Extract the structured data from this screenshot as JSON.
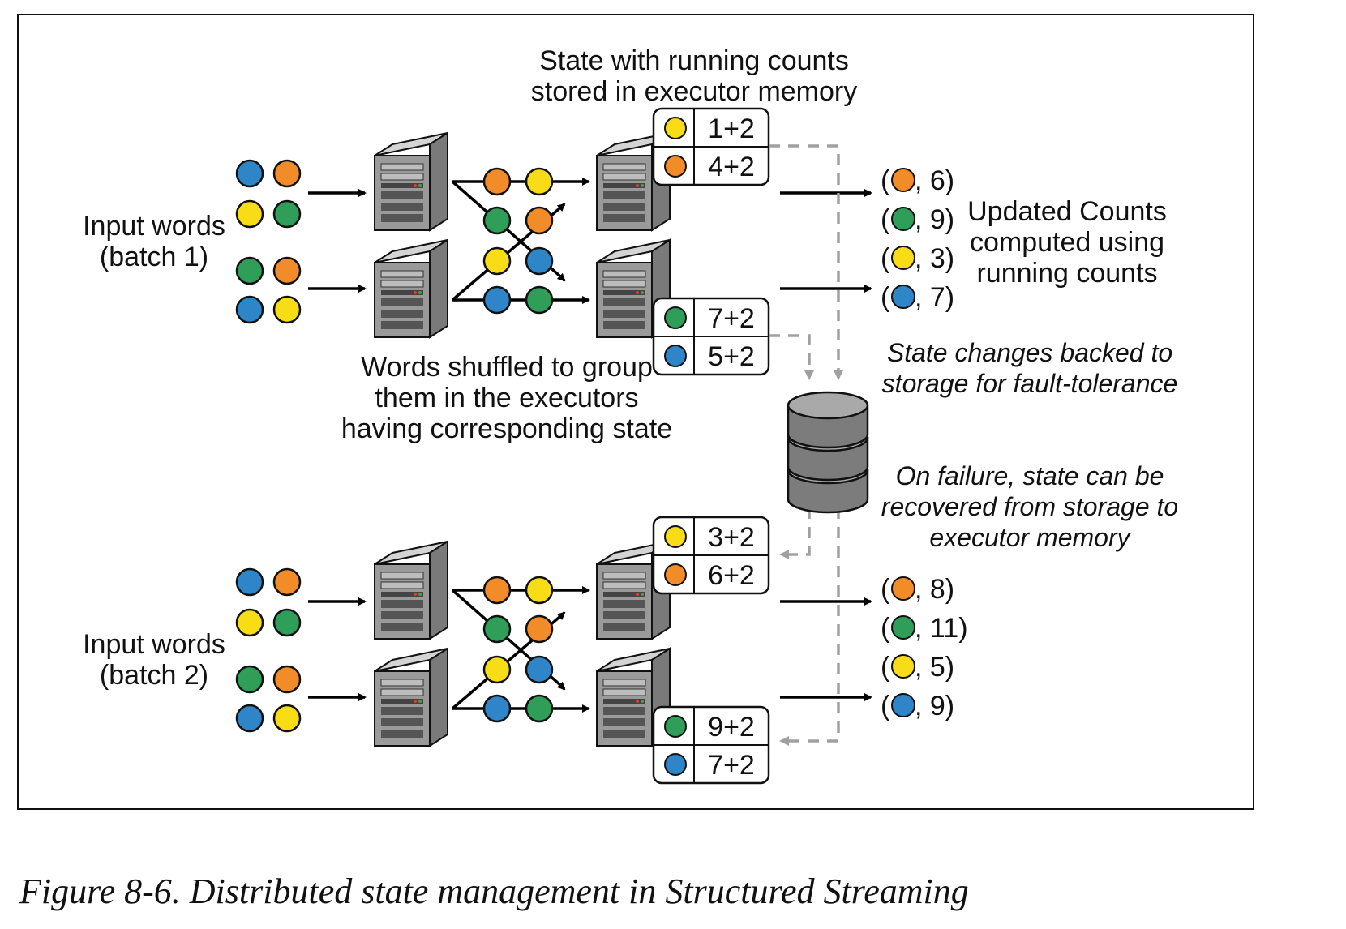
{
  "colors": {
    "blue": "#2e86c8",
    "orange": "#f28c28",
    "yellow": "#f7dc16",
    "green": "#2e9e58",
    "server": "#8a8a8a",
    "dash": "#a0a0a0"
  },
  "labels": {
    "state_title_1": "State with running counts",
    "state_title_2": "stored in executor memory",
    "input1_1": "Input words",
    "input1_2": "(batch 1)",
    "input2_1": "Input words",
    "input2_2": "(batch 2)",
    "updated_1": "Updated Counts",
    "updated_2": "computed using",
    "updated_3": "running counts",
    "shuffle_1": "Words shuffled to group",
    "shuffle_2": "them in the executors",
    "shuffle_3": "having corresponding state",
    "backed_1": "State changes backed to",
    "backed_2": "storage for fault-tolerance",
    "failure_1": "On failure, state can be",
    "failure_2": "recovered from storage to",
    "failure_3": "executor memory"
  },
  "state_tables": [
    {
      "rows": [
        {
          "color": "yellow",
          "value": "1+2"
        },
        {
          "color": "orange",
          "value": "4+2"
        }
      ]
    },
    {
      "rows": [
        {
          "color": "green",
          "value": "7+2"
        },
        {
          "color": "blue",
          "value": "5+2"
        }
      ]
    },
    {
      "rows": [
        {
          "color": "yellow",
          "value": "3+2"
        },
        {
          "color": "orange",
          "value": "6+2"
        }
      ]
    },
    {
      "rows": [
        {
          "color": "green",
          "value": "9+2"
        },
        {
          "color": "blue",
          "value": "7+2"
        }
      ]
    }
  ],
  "outputs": [
    [
      {
        "color": "orange",
        "text": ", 6)"
      },
      {
        "color": "green",
        "text": ", 9)"
      },
      {
        "color": "yellow",
        "text": ", 3)"
      },
      {
        "color": "blue",
        "text": ", 7)"
      }
    ],
    [
      {
        "color": "orange",
        "text": ", 8)"
      },
      {
        "color": "green",
        "text": ", 11)"
      },
      {
        "color": "yellow",
        "text": ", 5)"
      },
      {
        "color": "blue",
        "text": ", 9)"
      }
    ]
  ],
  "caption": "Figure 8-6. Distributed state management in Structured Streaming"
}
